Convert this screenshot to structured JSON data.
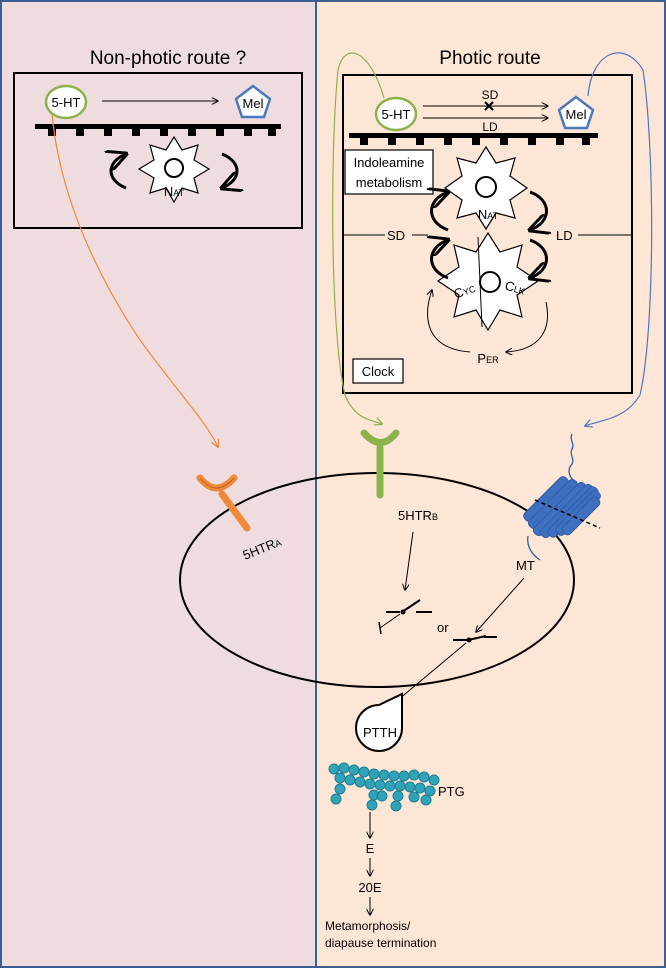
{
  "colors": {
    "left_panel": "#efdcdf",
    "right_panel": "#fde6d6",
    "panel_border": "#3d5f94",
    "green": "#8cb24a",
    "green_dark": "#6d9a35",
    "blue": "#4a79c0",
    "blue_dark": "#2e5fa8",
    "orange": "#f0893a",
    "teal": "#31a3b8"
  },
  "left": {
    "title": "Non-photic route ?",
    "serotonin": "5-HT",
    "melatonin": "Mel",
    "nat_main": "N",
    "nat_sub": "AT",
    "receptor_main": "5HTR",
    "receptor_sub": "A"
  },
  "right": {
    "title": "Photic route",
    "serotonin": "5-HT",
    "melatonin": "Mel",
    "arrow_top": "SD",
    "arrow_bottom": "LD",
    "indoleamine_line1": "Indoleamine",
    "indoleamine_line2": "metabolism",
    "nat_main": "N",
    "nat_sub": "AT",
    "cyc_main": "C",
    "cyc_sub": "YC",
    "clk_main": "C",
    "clk_sub": "LK",
    "per_main": "P",
    "per_sub": "ER",
    "sd_side": "SD",
    "ld_side": "LD",
    "clock": "Clock",
    "receptor_b_main": "5HTR",
    "receptor_b_sub": "B",
    "mt": "MT",
    "or_text": "or",
    "ptth": "PTTH",
    "ptg": "PTG",
    "e": "E",
    "twenty_e": "20E",
    "outcome_line1": "Metamorphosis/",
    "outcome_line2": "diapause termination"
  }
}
